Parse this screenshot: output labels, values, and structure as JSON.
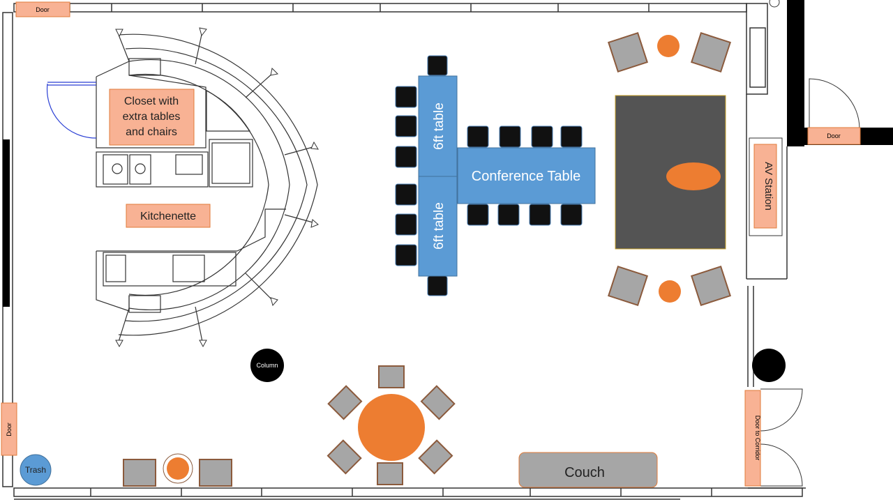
{
  "labels": {
    "door_top_left": "Door",
    "door_left": "Door",
    "door_right": "Door",
    "door_corridor": "Door to Corridor",
    "closet": [
      "Closet with",
      "extra tables",
      "and chairs"
    ],
    "kitchenette": "Kitchenette",
    "six_ft_table_1": "6ft table",
    "six_ft_table_2": "6ft table",
    "conference_table": "Conference Table",
    "av_station": "AV Station",
    "column": "Column",
    "couch": "Couch",
    "trash": "Trash"
  },
  "colors": {
    "label_fill": "#f8b294",
    "label_stroke": "#e07b39",
    "orange": "#ed7d31",
    "blue": "#5b9bd5",
    "chair_gray": "#a6a6a6",
    "chair_border": "#8b5a3c",
    "dark_panel": "#545454",
    "black": "#000000",
    "couch_fill": "#a6a6a6",
    "trash_fill": "#5b9bd5"
  }
}
